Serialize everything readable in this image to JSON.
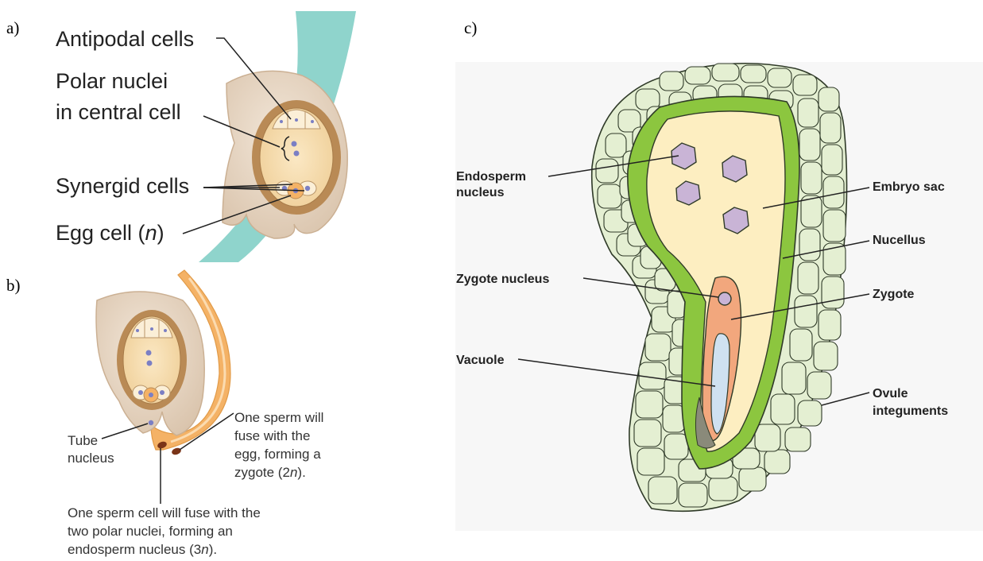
{
  "panels": {
    "a": {
      "letter": "a)",
      "labels": {
        "antipodal": "Antipodal cells",
        "polar_line1": "Polar nuclei",
        "polar_line2": "in central cell",
        "synergid": "Synergid cells",
        "egg_prefix": "Egg cell (",
        "egg_n": "n",
        "egg_suffix": ")"
      }
    },
    "b": {
      "letter": "b)",
      "labels": {
        "tube_line1": "Tube",
        "tube_line2": "nucleus",
        "sperm_egg_line1": "One sperm will",
        "sperm_egg_line2": "fuse with the",
        "sperm_egg_line3": "egg, forming a",
        "sperm_egg_line4_prefix": "zygote (2",
        "sperm_egg_line4_n": "n",
        "sperm_egg_line4_suffix": ").",
        "sperm_polar_line1": "One sperm cell will fuse with the",
        "sperm_polar_line2": "two polar nuclei, forming an",
        "sperm_polar_line3_prefix": "endosperm nucleus (3",
        "sperm_polar_line3_n": "n",
        "sperm_polar_line3_suffix": ")."
      }
    },
    "c": {
      "letter": "c)",
      "labels": {
        "endosperm_line1": "Endosperm",
        "endosperm_line2": "nucleus",
        "embryo_sac": "Embryo sac",
        "nucellus": "Nucellus",
        "zygote_nucleus": "Zygote nucleus",
        "zygote": "Zygote",
        "vacuole": "Vacuole",
        "ovule_line1": "Ovule",
        "ovule_line2": "integuments"
      }
    }
  },
  "colors": {
    "integument": "#e6d5c3",
    "embryo_sac_wall": "#b98a55",
    "embryo_sac_fill": "#f6d9a8",
    "nuclei": "#7b7fc4",
    "pollen_tube": "#f4b266",
    "style_teal": "#8fd4cc",
    "cell_light": "#e4efd2",
    "nucellus_green": "#8cc63f",
    "embryo_sac_c": "#fdeec1",
    "endosperm_nuclei": "#c9b4d6",
    "zygote_fill": "#f2a77d",
    "vacuole_fill": "#cfe1f1"
  }
}
